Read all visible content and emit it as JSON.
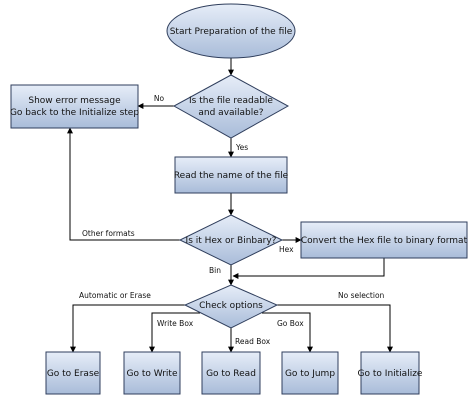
{
  "colors": {
    "node_fill_top": "#e6edf8",
    "node_fill_bottom": "#a9bcd9",
    "node_stroke": "#2f3e5c",
    "edge": "#000000"
  },
  "nodes": {
    "start": "Start Preparation of the file",
    "readable_q": [
      "Is the file readable",
      "and available?"
    ],
    "error": [
      "Show error message",
      "Go back to the Initialize step"
    ],
    "read_name": "Read the name of the file",
    "hex_q": "Is it Hex or Binbary?",
    "convert": "Convert the Hex file to binary format",
    "check": "Check options",
    "erase": "Go to Erase",
    "write": "Go to Write",
    "read": "Go to Read",
    "jump": "Go to Jump",
    "initialize": "Go to Initialize"
  },
  "edge_labels": {
    "no": "No",
    "yes": "Yes",
    "other_formats": "Other formats",
    "hex": "Hex",
    "bin": "Bin",
    "auto_erase": "Automatic or Erase",
    "write_box": "Write Box",
    "read_box": "Read Box",
    "go_box": "Go Box",
    "no_selection": "No selection"
  }
}
